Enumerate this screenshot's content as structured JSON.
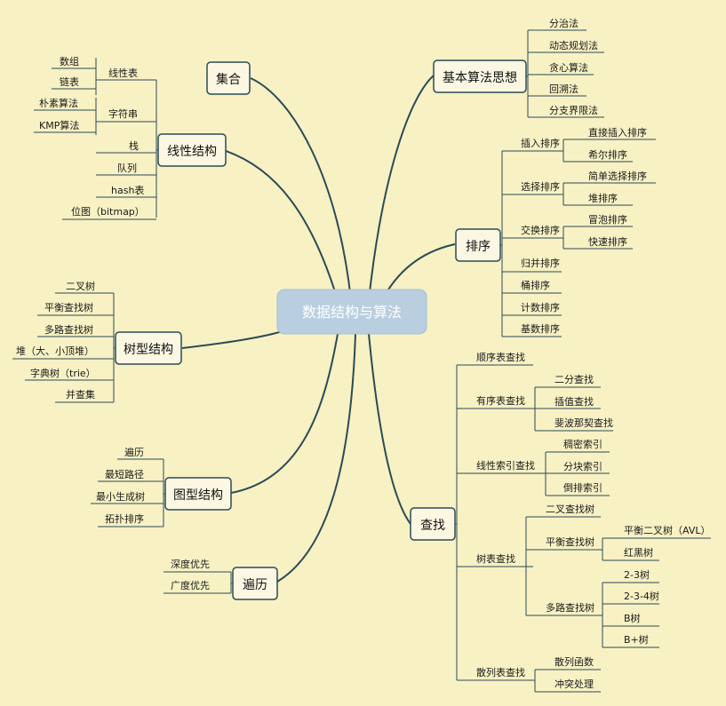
{
  "center": "数据结构与算法",
  "branches": {
    "set": "集合",
    "linear": {
      "title": "线性结构",
      "linear_list": "线性表",
      "array": "数组",
      "linked_list": "链表",
      "string": "字符串",
      "naive_match": "朴素算法",
      "kmp": "KMP算法",
      "stack": "栈",
      "queue": "队列",
      "hash": "hash表",
      "bitmap": "位图（bitmap）"
    },
    "tree": {
      "title": "树型结构",
      "binary": "二叉树",
      "balanced": "平衡查找树",
      "multiway": "多路查找树",
      "heap": "堆（大、小顶堆）",
      "trie": "字典树（trie）",
      "union_find": "并查集"
    },
    "graph": {
      "title": "图型结构",
      "traverse": "遍历",
      "shortest": "最短路径",
      "mst": "最小生成树",
      "topo": "拓扑排序"
    },
    "traversal": {
      "title": "遍历",
      "dfs": "深度优先",
      "bfs": "广度优先"
    },
    "algo": {
      "title": "基本算法思想",
      "dc": "分治法",
      "dp": "动态规划法",
      "greedy": "贪心算法",
      "backtrack": "回溯法",
      "bnb": "分支界限法"
    },
    "sort": {
      "title": "排序",
      "insert": "插入排序",
      "direct_insert": "直接插入排序",
      "shell": "希尔排序",
      "select": "选择排序",
      "simple_select": "简单选择排序",
      "heap_sort": "堆排序",
      "exchange": "交换排序",
      "bubble": "冒泡排序",
      "quick": "快速排序",
      "merge": "归并排序",
      "bucket": "桶排序",
      "counting": "计数排序",
      "radix": "基数排序"
    },
    "search": {
      "title": "查找",
      "sequential": "顺序表查找",
      "ordered": "有序表查找",
      "binary": "二分查找",
      "interpolation": "插值查找",
      "fibonacci": "斐波那契查找",
      "linear_index": "线性索引查找",
      "dense": "稠密索引",
      "block": "分块索引",
      "inverted": "倒排索引",
      "tree_search": "树表查找",
      "bst": "二叉查找树",
      "balanced": "平衡查找树",
      "avl": "平衡二叉树（AVL）",
      "rb": "红黑树",
      "multiway": "多路查找树",
      "t23": "2-3树",
      "t234": "2-3-4树",
      "b": "B树",
      "bplus": "B+树",
      "hash_search": "散列表查找",
      "hash_func": "散列函数",
      "collision": "冲突处理"
    }
  }
}
